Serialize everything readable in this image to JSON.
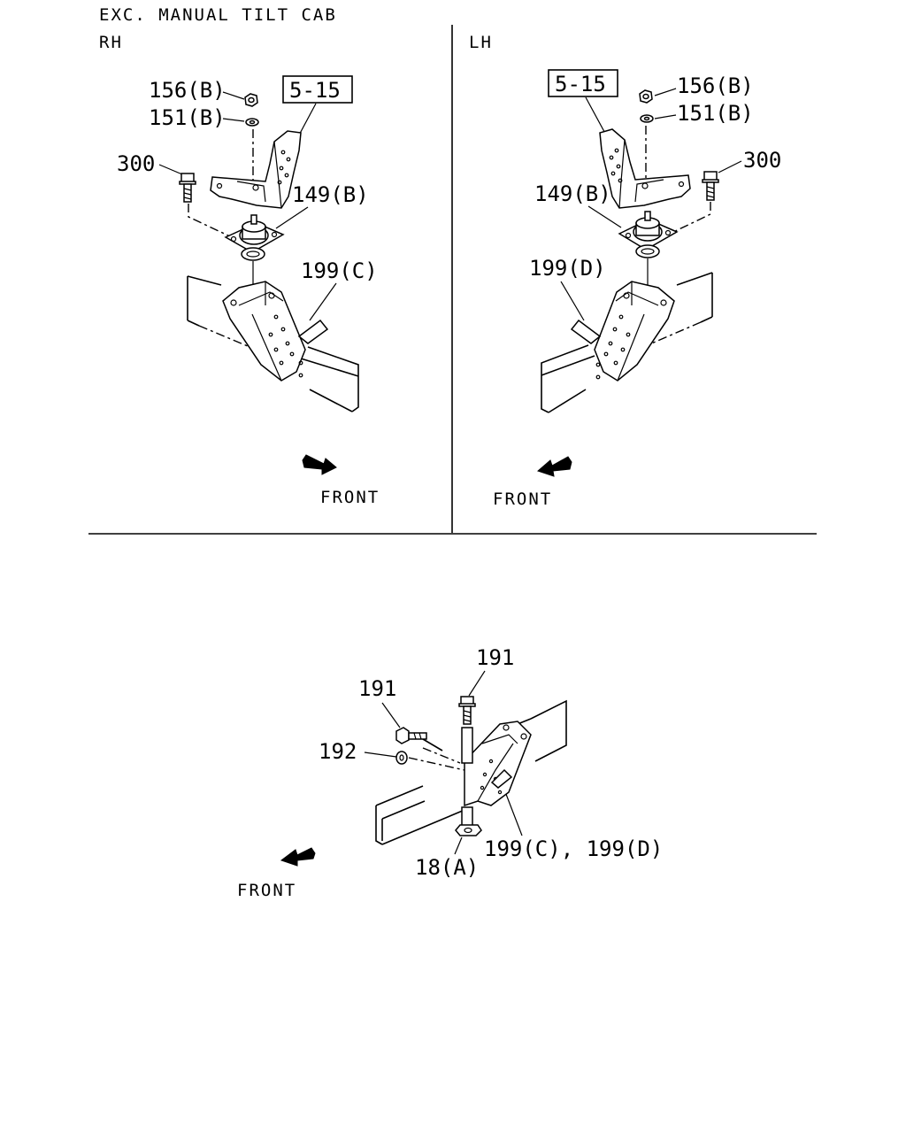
{
  "header": {
    "title": "EXC. MANUAL TILT CAB",
    "rh_label": "RH",
    "lh_label": "LH"
  },
  "rh": {
    "ref_box": "5-15",
    "callouts": {
      "nut": "156(B)",
      "washer": "151(B)",
      "bolt": "300",
      "mount": "149(B)",
      "bracket": "199(C)"
    },
    "front": "FRONT"
  },
  "lh": {
    "ref_box": "5-15",
    "callouts": {
      "nut": "156(B)",
      "washer": "151(B)",
      "bolt": "300",
      "mount": "149(B)",
      "bracket": "199(D)"
    },
    "front": "FRONT"
  },
  "bottom": {
    "callouts": {
      "bolt_top": "191",
      "bolt_side": "191",
      "washer": "192",
      "nut": "18(A)",
      "bracket": "199(C), 199(D)"
    },
    "front": "FRONT"
  }
}
